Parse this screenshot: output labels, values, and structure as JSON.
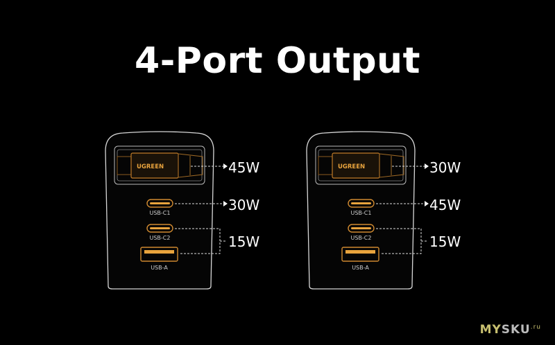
{
  "title": "4-Port Output",
  "colors": {
    "accent": "#e8a33d",
    "outline": "#d8d8d8",
    "background": "#000000"
  },
  "chargers": [
    {
      "brand": "UGREEN",
      "ports": [
        {
          "label": "USB-C1"
        },
        {
          "label": "USB-C2"
        },
        {
          "label": "USB-A"
        }
      ],
      "outputs": {
        "cable_port": "45W",
        "usb_c1": "30W",
        "shared_c2_a": "15W"
      }
    },
    {
      "brand": "UGREEN",
      "ports": [
        {
          "label": "USB-C1"
        },
        {
          "label": "USB-C2"
        },
        {
          "label": "USB-A"
        }
      ],
      "outputs": {
        "cable_port": "30W",
        "usb_c1": "45W",
        "shared_c2_a": "15W"
      }
    }
  ],
  "watermark": {
    "text_a": "MY",
    "text_b": "SKU",
    "suffix": ".ru"
  }
}
